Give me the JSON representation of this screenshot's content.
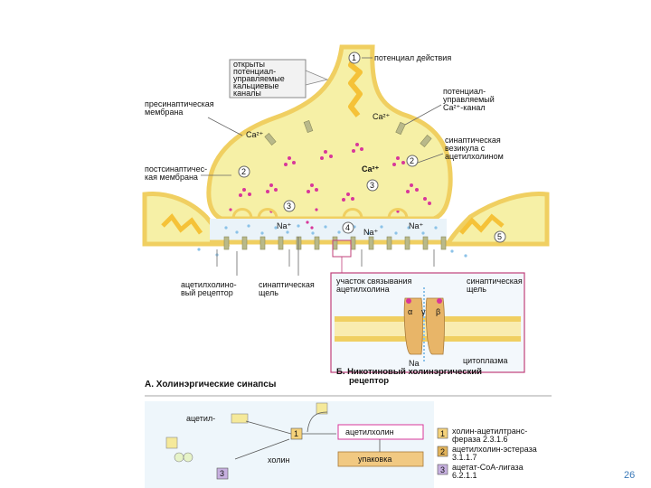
{
  "colors": {
    "cytoplasm": "#f6f0a6",
    "membrane": "#f0cf61",
    "vesicle": "#d8379a",
    "arrow": "#f5c238",
    "channel": "#b9b98a",
    "ion": "#8cc2e8"
  },
  "labels": {
    "action_potential": "потенциал действия",
    "ca_channels_open": [
      "открыты",
      "потенциал-",
      "управляемые",
      "кальциевые",
      "каналы"
    ],
    "presynaptic_membrane": [
      "пресинаптическая",
      "мембрана"
    ],
    "voltage_ca_channel": [
      "потенциал-",
      "управляемый",
      "Ca²⁺-канал"
    ],
    "synaptic_vesicle": [
      "синаптическая",
      "везикула с",
      "ацетилхолином"
    ],
    "postsynaptic_membrane": [
      "постсинаптичес-",
      "кая мембрана"
    ],
    "ach_receptor": [
      "ацетилхолино-",
      "вый рецептор"
    ],
    "synaptic_cleft": [
      "синаптическая",
      "щель"
    ],
    "ach_binding_site": [
      "участок связывания",
      "ацетилхолина"
    ],
    "synaptic_cleft_inset": [
      "синаптическая",
      "щель"
    ],
    "cytoplasm": "цитоплазма",
    "section_a": "А. Холинэргические синапсы",
    "section_b": [
      "Б. Никотиновый холинэргический",
      "рецептор"
    ],
    "ca": "Ca²⁺",
    "na": "Na⁺",
    "acetyl": "ацетил-",
    "choline": "холин",
    "acetylcholine": "ацетилхолин",
    "packaging": "упаковка",
    "inset_na": "Na",
    "subunit_alpha": "α",
    "subunit_gamma": "γ",
    "subunit_beta": "β"
  },
  "step_numbers": [
    "1",
    "2",
    "3",
    "4",
    "5"
  ],
  "enzymes": [
    {
      "num": "1",
      "lines": [
        "холин-ацетилтранс-",
        "фераза 2.3.1.6"
      ]
    },
    {
      "num": "2",
      "lines": [
        "ацетилхолин-эстераза",
        "3.1.1.7"
      ]
    },
    {
      "num": "3",
      "lines": [
        "ацетат-СоА-лигаза",
        "6.2.1.1"
      ]
    }
  ],
  "page_number": "26"
}
